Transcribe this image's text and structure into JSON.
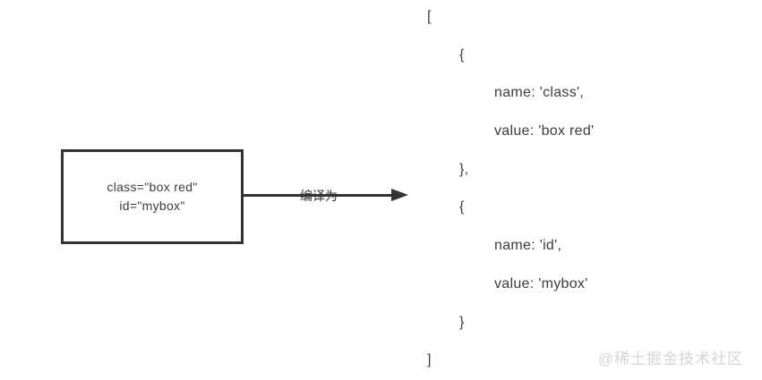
{
  "diagram": {
    "source_box": {
      "lines": [
        "class=\"box red\"",
        "id=\"mybox\""
      ]
    },
    "arrow": {
      "label": "编译为"
    },
    "code": {
      "lines": [
        {
          "text": "[",
          "indent": 0
        },
        {
          "text": "{",
          "indent": 1
        },
        {
          "text": "name: 'class',",
          "indent": 2
        },
        {
          "text": "value: 'box red'",
          "indent": 2
        },
        {
          "text": "},",
          "indent": 1
        },
        {
          "text": "{",
          "indent": 1
        },
        {
          "text": "name: 'id',",
          "indent": 2
        },
        {
          "text": "value: 'mybox'",
          "indent": 2
        },
        {
          "text": "}",
          "indent": 1
        },
        {
          "text": "]",
          "indent": 0
        }
      ]
    },
    "watermark": "@稀土掘金技术社区"
  },
  "colors": {
    "stroke": "#333333",
    "text": "#3c3c3c",
    "watermark": "#d5d5d5",
    "background": "#ffffff"
  }
}
